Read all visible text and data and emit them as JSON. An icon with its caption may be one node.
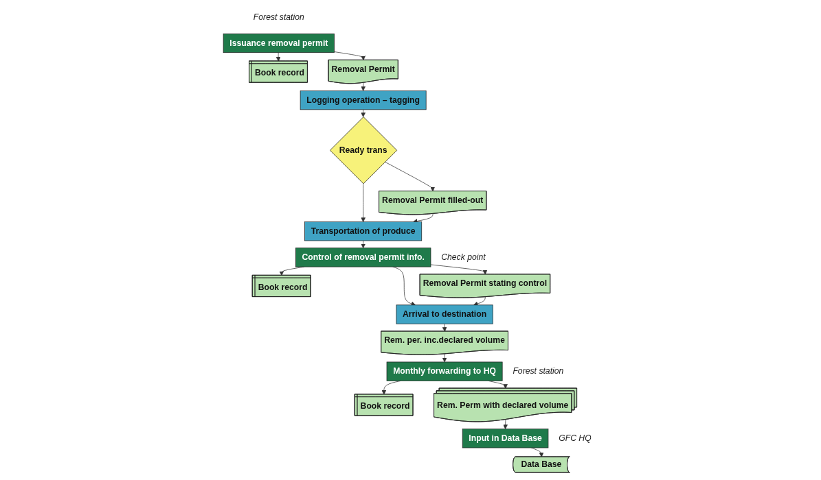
{
  "diagram": {
    "nodes": [
      {
        "text": [
          "Issuance removal permit"
        ],
        "beside": [
          "Forest station"
        ]
      },
      {
        "text": [
          "Book record"
        ]
      },
      {
        "text": [
          "Removal Permit"
        ]
      },
      {
        "text": [
          "Logging operation – tagging"
        ]
      },
      {
        "text": [
          "Ready trans"
        ]
      },
      {
        "text": [
          "Removal Permit filled-out"
        ]
      },
      {
        "text": [
          "Transportation of produce"
        ]
      },
      {
        "text": [
          "Book record"
        ]
      },
      {
        "text": [
          "Control of removal permit info."
        ],
        "beside": [
          "Check point"
        ]
      },
      {
        "text": [
          "Removal Permit stating control"
        ]
      },
      {
        "text": [
          "Arrival to destination"
        ]
      },
      {
        "text": [
          "Rem. per. inc.declared volume"
        ]
      },
      {
        "text": [
          "Monthly forwarding to HQ"
        ],
        "beside": [
          "Forest station"
        ]
      },
      {
        "text": [
          "Book record"
        ]
      },
      {
        "text": [
          "Rem. Perm with declared volume"
        ]
      },
      {
        "text": [
          "Input in Data Base"
        ],
        "beside": [
          "GFC HQ"
        ]
      },
      {
        "text": [
          "Data Base"
        ]
      }
    ],
    "edges": [
      {
        "from": 0,
        "to": 2,
        "arrow": "to"
      },
      {
        "from": 0,
        "to": 1,
        "arrow": "to"
      },
      {
        "from": 2,
        "to": 3,
        "arrow": "to"
      },
      {
        "from": 3,
        "to": 4,
        "arrow": "to"
      },
      {
        "from": 4,
        "to": 5,
        "arrow": "to"
      },
      {
        "from": 4,
        "to": 6,
        "arrow": "to"
      },
      {
        "from": 5,
        "to": 6,
        "arrow": "to"
      },
      {
        "from": 6,
        "to": 8,
        "arrow": "to"
      },
      {
        "from": 8,
        "to": 7,
        "arrow": "to"
      },
      {
        "from": 8,
        "to": 9,
        "arrow": "to"
      },
      {
        "from": 8,
        "to": 10,
        "arrow": "to"
      },
      {
        "from": 9,
        "to": 10,
        "arrow": "to"
      },
      {
        "from": 10,
        "to": 11,
        "arrow": "to"
      },
      {
        "from": 11,
        "to": 12,
        "arrow": "to"
      },
      {
        "from": 12,
        "to": 13,
        "arrow": "to"
      },
      {
        "from": 12,
        "to": 14,
        "arrow": "to"
      },
      {
        "from": 14,
        "to": 15,
        "arrow": "to"
      },
      {
        "from": 15,
        "to": 16,
        "arrow": "to"
      }
    ]
  }
}
